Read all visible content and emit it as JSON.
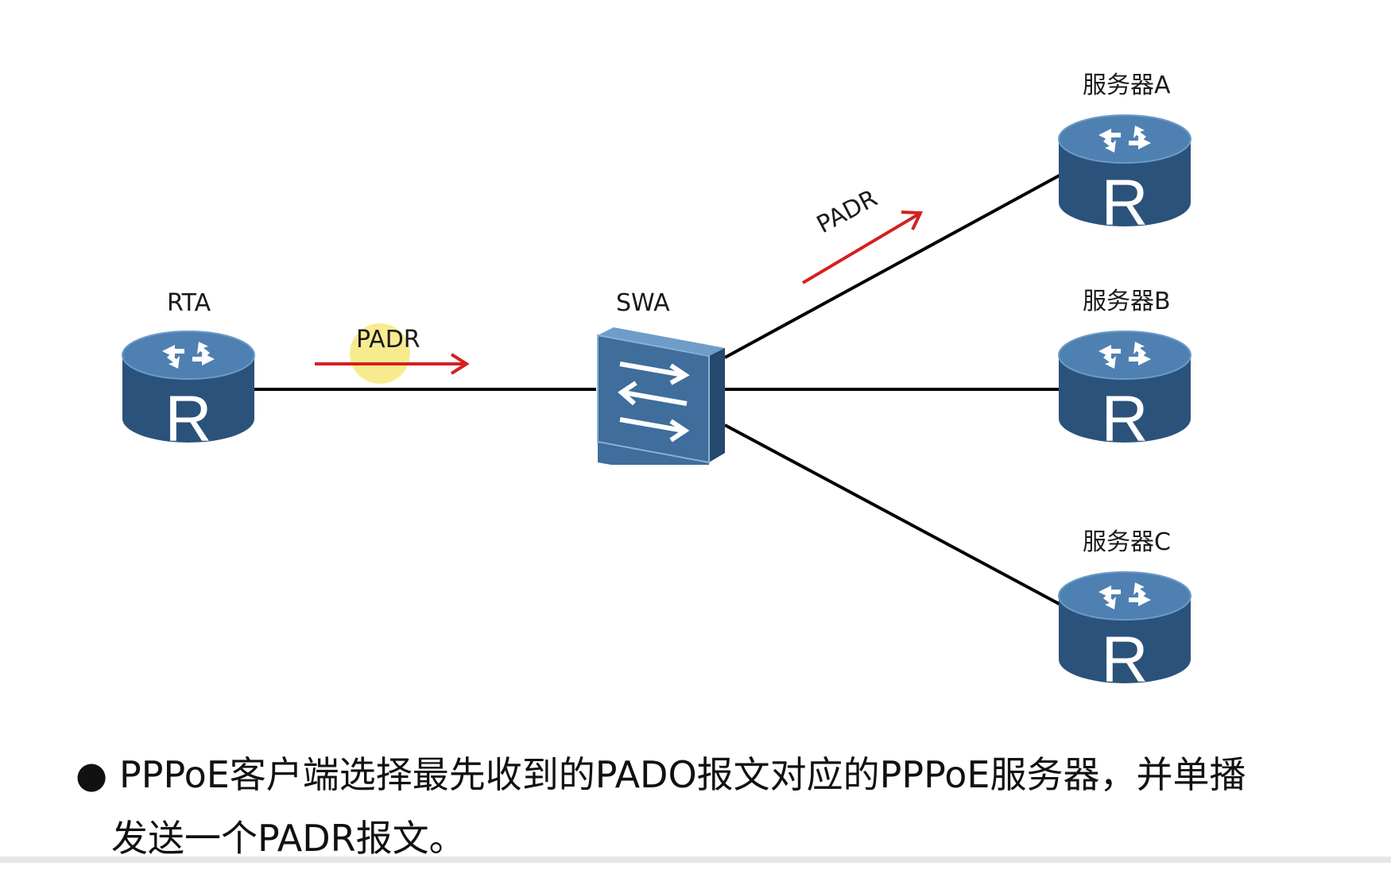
{
  "diagram": {
    "nodes": {
      "rta": {
        "label": "RTA",
        "type": "router"
      },
      "swa": {
        "label": "SWA",
        "type": "switch"
      },
      "server_a": {
        "label": "服务器A",
        "type": "router"
      },
      "server_b": {
        "label": "服务器B",
        "type": "router"
      },
      "server_c": {
        "label": "服务器C",
        "type": "router"
      }
    },
    "router_glyph": "R",
    "messages": {
      "left": "PADR",
      "right": "PADR"
    },
    "colors": {
      "device_blue": "#3c6a98",
      "device_dark": "#2b527b",
      "arrow_red": "#d42020",
      "link_black": "#000000",
      "highlight_yellow": "#f5e46a"
    },
    "icons": [
      "router-icon",
      "switch-icon",
      "arrow-icon"
    ]
  },
  "caption": {
    "bullet": "●",
    "line1": "PPPoE客户端选择最先收到的PADO报文对应的PPPoE服务器，并单播",
    "line2": "发送一个PADR报文。"
  }
}
